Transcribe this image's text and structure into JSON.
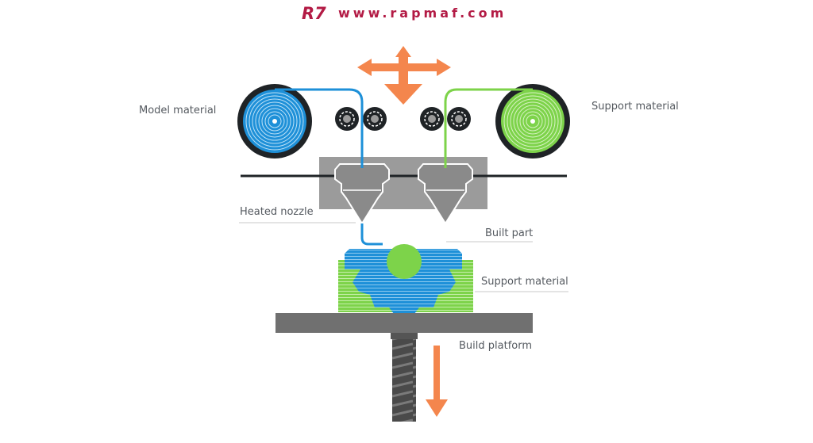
{
  "header": {
    "logo_text": "R7",
    "url": "www.rapmaf.com"
  },
  "labels": {
    "model_material": "Model material",
    "support_material_top": "Support material",
    "heated_nozzle": "Heated nozzle",
    "built_part": "Built part",
    "support_material_bottom": "Support material",
    "build_platform": "Build platform"
  },
  "colors": {
    "brand": "#b31b45",
    "arrow": "#f4864d",
    "model": "#1e90d8",
    "support": "#7dd34a",
    "support_dark": "#5fc233",
    "spool_dark": "#1f2326",
    "head_box": "#9b9b9b",
    "nozzle": "#8a8a8a",
    "platform": "#707070",
    "screw": "#4a4a4a",
    "leader": "#c8c8c8",
    "label_text": "#555a60"
  },
  "icons": {
    "logo": "rapmaf-logo",
    "motion_arrows": "four-way-arrow-icon",
    "down_arrow": "down-arrow-icon"
  }
}
